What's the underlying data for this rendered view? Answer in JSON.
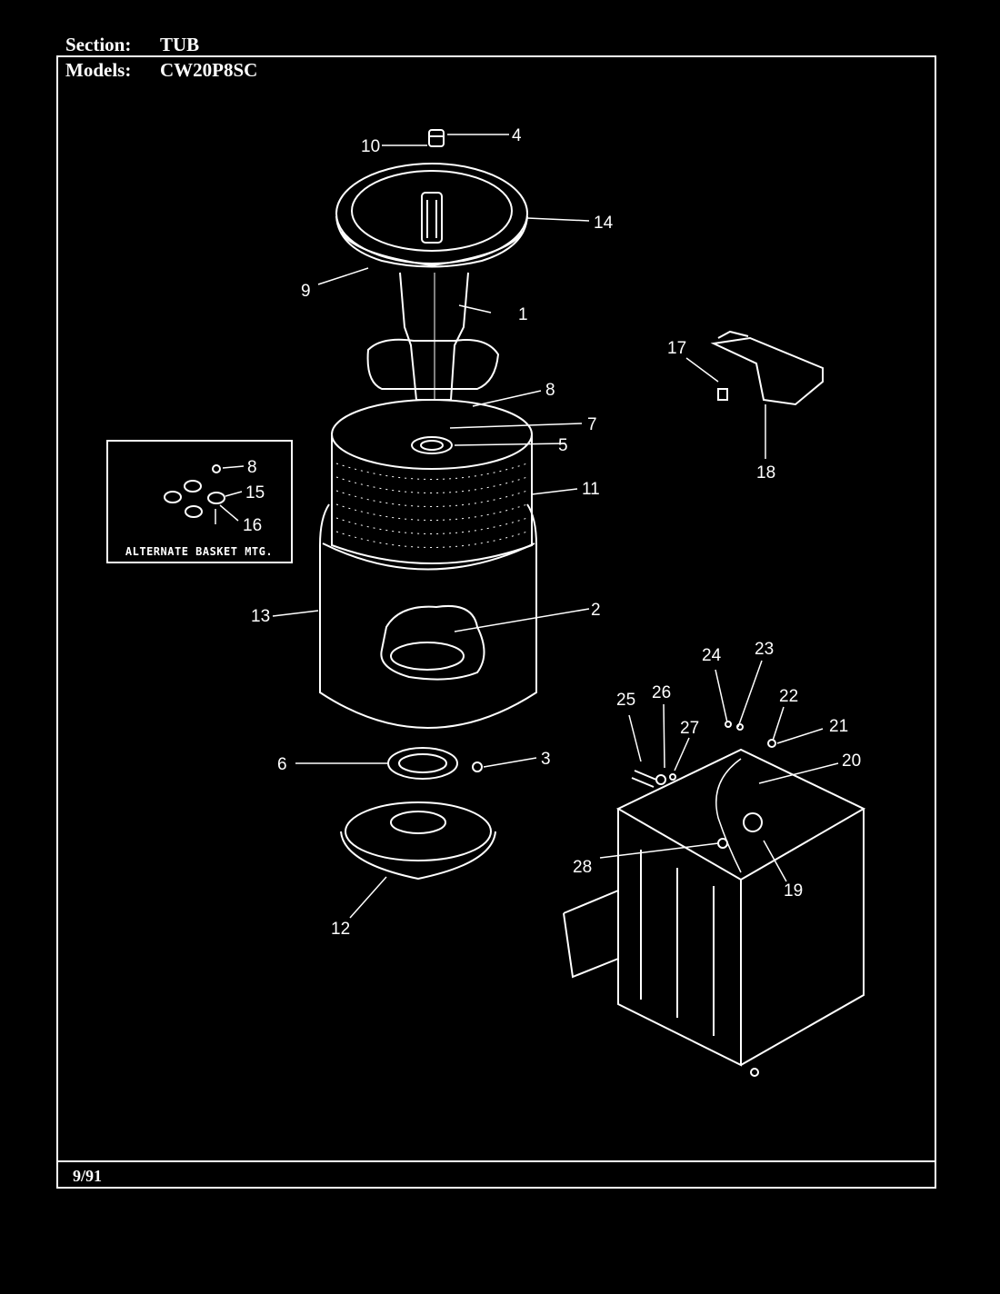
{
  "header": {
    "section_label": "Section:",
    "section_value": "TUB",
    "models_label": "Models:",
    "models_value": "CW20P8SC"
  },
  "footer": {
    "date": "9/91"
  },
  "inset": {
    "caption": "ALTERNATE BASKET MTG."
  },
  "callouts": [
    "1",
    "2",
    "3",
    "4",
    "5",
    "6",
    "7",
    "8",
    "9",
    "10",
    "11",
    "12",
    "13",
    "14",
    "15",
    "16",
    "17",
    "18",
    "19",
    "20",
    "21",
    "22",
    "23",
    "24",
    "25",
    "26",
    "27",
    "28"
  ],
  "inset_callouts": [
    "8",
    "15",
    "16"
  ],
  "colors": {
    "background": "#000000",
    "line": "#ffffff"
  }
}
